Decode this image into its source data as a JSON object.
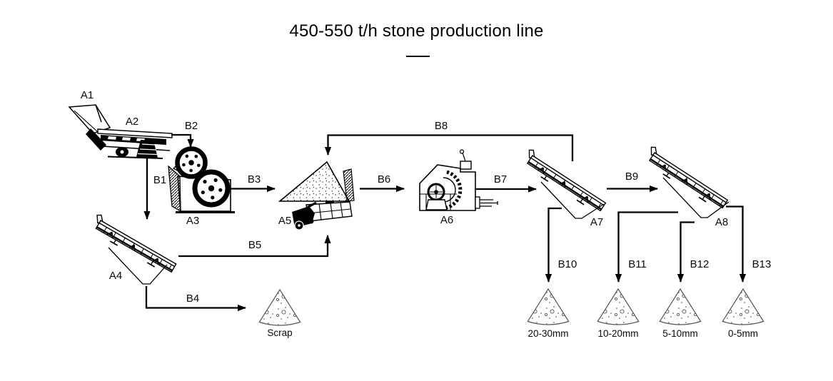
{
  "title": {
    "text": "450-550 t/h stone production line"
  },
  "colors": {
    "ink": "#000000",
    "background": "#ffffff",
    "pile_outline": "#555555"
  },
  "equipment": [
    {
      "id": "A1",
      "icon": "feed-hopper-icon"
    },
    {
      "id": "A2",
      "icon": "vibrating-feeder-icon"
    },
    {
      "id": "A3",
      "icon": "jaw-crusher-icon"
    },
    {
      "id": "A4",
      "icon": "vibrating-screen-icon"
    },
    {
      "id": "A5",
      "icon": "stockpile-with-feeder-icon"
    },
    {
      "id": "A6",
      "icon": "impact-crusher-icon"
    },
    {
      "id": "A7",
      "icon": "vibrating-screen-icon"
    },
    {
      "id": "A8",
      "icon": "vibrating-screen-icon"
    }
  ],
  "flows": [
    {
      "id": "B1",
      "from": "A2",
      "to": "A4"
    },
    {
      "id": "B2",
      "from": "A2",
      "to": "A3"
    },
    {
      "id": "B3",
      "from": "A3",
      "to": "A5"
    },
    {
      "id": "B4",
      "from": "A4",
      "to": "Scrap"
    },
    {
      "id": "B5",
      "from": "A4",
      "to": "A5"
    },
    {
      "id": "B6",
      "from": "A5",
      "to": "A6"
    },
    {
      "id": "B7",
      "from": "A6",
      "to": "A7"
    },
    {
      "id": "B8",
      "from": "A7",
      "to": "A5"
    },
    {
      "id": "B9",
      "from": "A7",
      "to": "A8"
    },
    {
      "id": "B10",
      "from": "A7",
      "to": "20-30mm"
    },
    {
      "id": "B11",
      "from": "A8",
      "to": "10-20mm"
    },
    {
      "id": "B12",
      "from": "A8",
      "to": "5-10mm"
    },
    {
      "id": "B13",
      "from": "A8",
      "to": "0-5mm"
    }
  ],
  "outputs": [
    {
      "label": "Scrap",
      "icon": "stone-pile-icon"
    },
    {
      "label": "20-30mm",
      "icon": "stone-pile-icon"
    },
    {
      "label": "10-20mm",
      "icon": "stone-pile-icon"
    },
    {
      "label": "5-10mm",
      "icon": "stone-pile-icon"
    },
    {
      "label": "0-5mm",
      "icon": "stone-pile-icon"
    }
  ]
}
